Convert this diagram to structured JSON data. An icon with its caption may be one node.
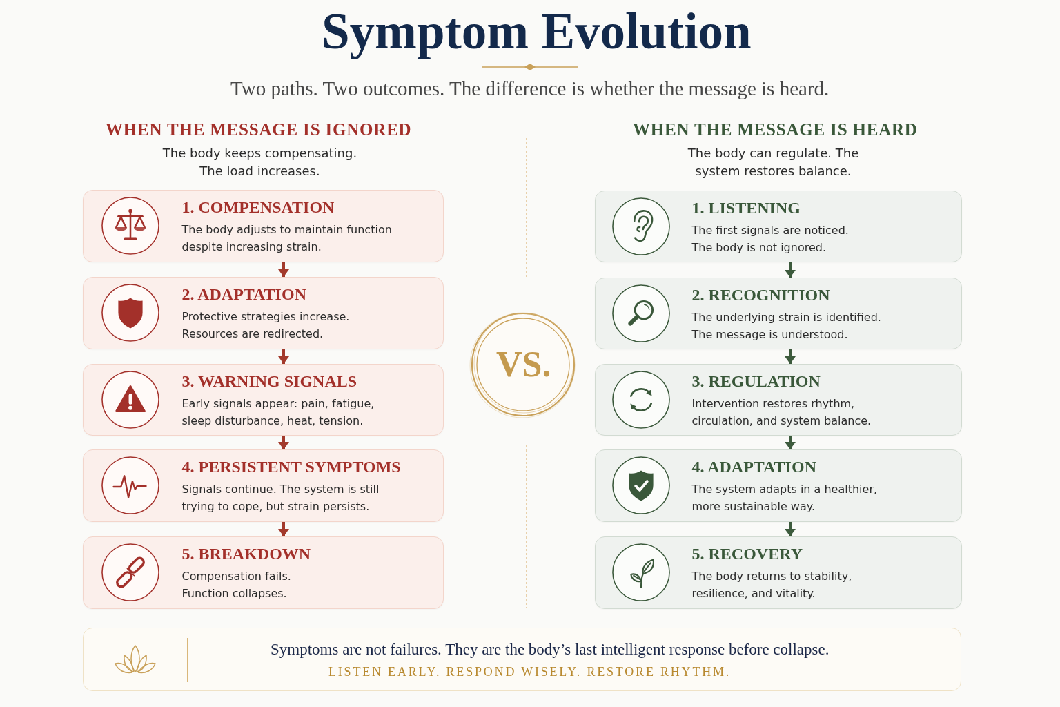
{
  "diagram": {
    "title": "Symptom Evolution",
    "nodes": [
      {
        "text": [
          "1. COMPENSATION",
          "The body adjusts to maintain function despite increasing strain."
        ]
      },
      {
        "text": [
          "2. ADAPTATION",
          "Protective strategies increase. Resources are redirected."
        ]
      },
      {
        "text": [
          "3. WARNING SIGNALS",
          "Early signals appear: pain, fatigue, sleep disturbance, heat, tension."
        ]
      },
      {
        "text": [
          "4. PERSISTENT SYMPTOMS",
          "Signals continue. The system is still trying to cope, but strain persists."
        ]
      },
      {
        "text": [
          "5. BREAKDOWN",
          "Compensation fails. Function collapses."
        ]
      },
      {
        "text": [
          "1. LISTENING",
          "The first signals are noticed. The body is not ignored."
        ]
      },
      {
        "text": [
          "2. RECOGNITION",
          "The underlying strain is identified. The message is understood."
        ]
      },
      {
        "text": [
          "3. REGULATION",
          "Intervention restores rhythm, circulation, and system balance."
        ]
      },
      {
        "text": [
          "4. ADAPTATION",
          "The system adapts in a healthier, more sustainable way."
        ]
      },
      {
        "text": [
          "5. RECOVERY",
          "The body returns to stability, resilience, and vitality."
        ]
      },
      {
        "text": [
          "VS."
        ]
      },
      {
        "text": [
          "Symptoms are not failures. They are the body’s last intelligent response before collapse.",
          "LISTEN EARLY. RESPOND WISELY. RESTORE RHYTHM."
        ]
      }
    ],
    "edges": [
      {
        "from": 0,
        "to": 1,
        "arrow": "to",
        "color": "#a33a2c"
      },
      {
        "from": 1,
        "to": 2,
        "arrow": "to",
        "color": "#a33a2c"
      },
      {
        "from": 2,
        "to": 3,
        "arrow": "to",
        "color": "#a33a2c"
      },
      {
        "from": 3,
        "to": 4,
        "arrow": "to",
        "color": "#a33a2c"
      },
      {
        "from": 5,
        "to": 6,
        "arrow": "to",
        "color": "#3d5b3d"
      },
      {
        "from": 6,
        "to": 7,
        "arrow": "to",
        "color": "#3d5b3d"
      },
      {
        "from": 7,
        "to": 8,
        "arrow": "to",
        "color": "#3d5b3d"
      },
      {
        "from": 8,
        "to": 9,
        "arrow": "to",
        "color": "#3d5b3d"
      }
    ],
    "labels": [
      "Two paths. Two outcomes. The difference is whether the message is heard.",
      "WHEN THE MESSAGE IS IGNORED",
      "The body keeps compensating. The load increases.",
      "WHEN THE MESSAGE IS HEARD",
      "The body can regulate. The system restores balance."
    ]
  }
}
